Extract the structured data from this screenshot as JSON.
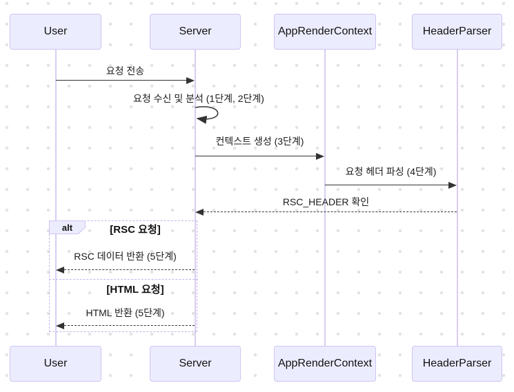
{
  "diagram": {
    "type": "sequence-diagram",
    "participants": [
      {
        "label": "User"
      },
      {
        "label": "Server"
      },
      {
        "label": "AppRenderContext"
      },
      {
        "label": "HeaderParser"
      }
    ],
    "messages": {
      "m1": {
        "from": "User",
        "to": "Server",
        "text": "요청 전송",
        "line": "solid"
      },
      "m2": {
        "from": "Server",
        "to": "Server",
        "text": "요청 수신 및 분석 (1단계, 2단계)",
        "line": "self"
      },
      "m3": {
        "from": "Server",
        "to": "AppRenderContext",
        "text": "컨텍스트 생성 (3단계)",
        "line": "solid"
      },
      "m4": {
        "from": "AppRenderContext",
        "to": "HeaderParser",
        "text": "요청 헤더 파싱 (4단계)",
        "line": "solid"
      },
      "m5": {
        "from": "HeaderParser",
        "to": "Server",
        "text": "RSC_HEADER 확인",
        "line": "dashed"
      },
      "m6": {
        "from": "Server",
        "to": "User",
        "text": "RSC 데이터 반환 (5단계)",
        "line": "dashed"
      },
      "m7": {
        "from": "Server",
        "to": "User",
        "text": "HTML 반환 (5단계)",
        "line": "dashed"
      }
    },
    "alt_block": {
      "keyword": "alt",
      "condition_1": "[RSC 요청]",
      "condition_2": "[HTML 요청]"
    },
    "colors": {
      "actor_fill": "#ECECFF",
      "actor_border": "#cfc4f0",
      "lifeline": "#d9cdf2",
      "arrow": "#333333",
      "alt_border": "#c3b4ec",
      "grid_dot": "#e2e2e2"
    }
  }
}
